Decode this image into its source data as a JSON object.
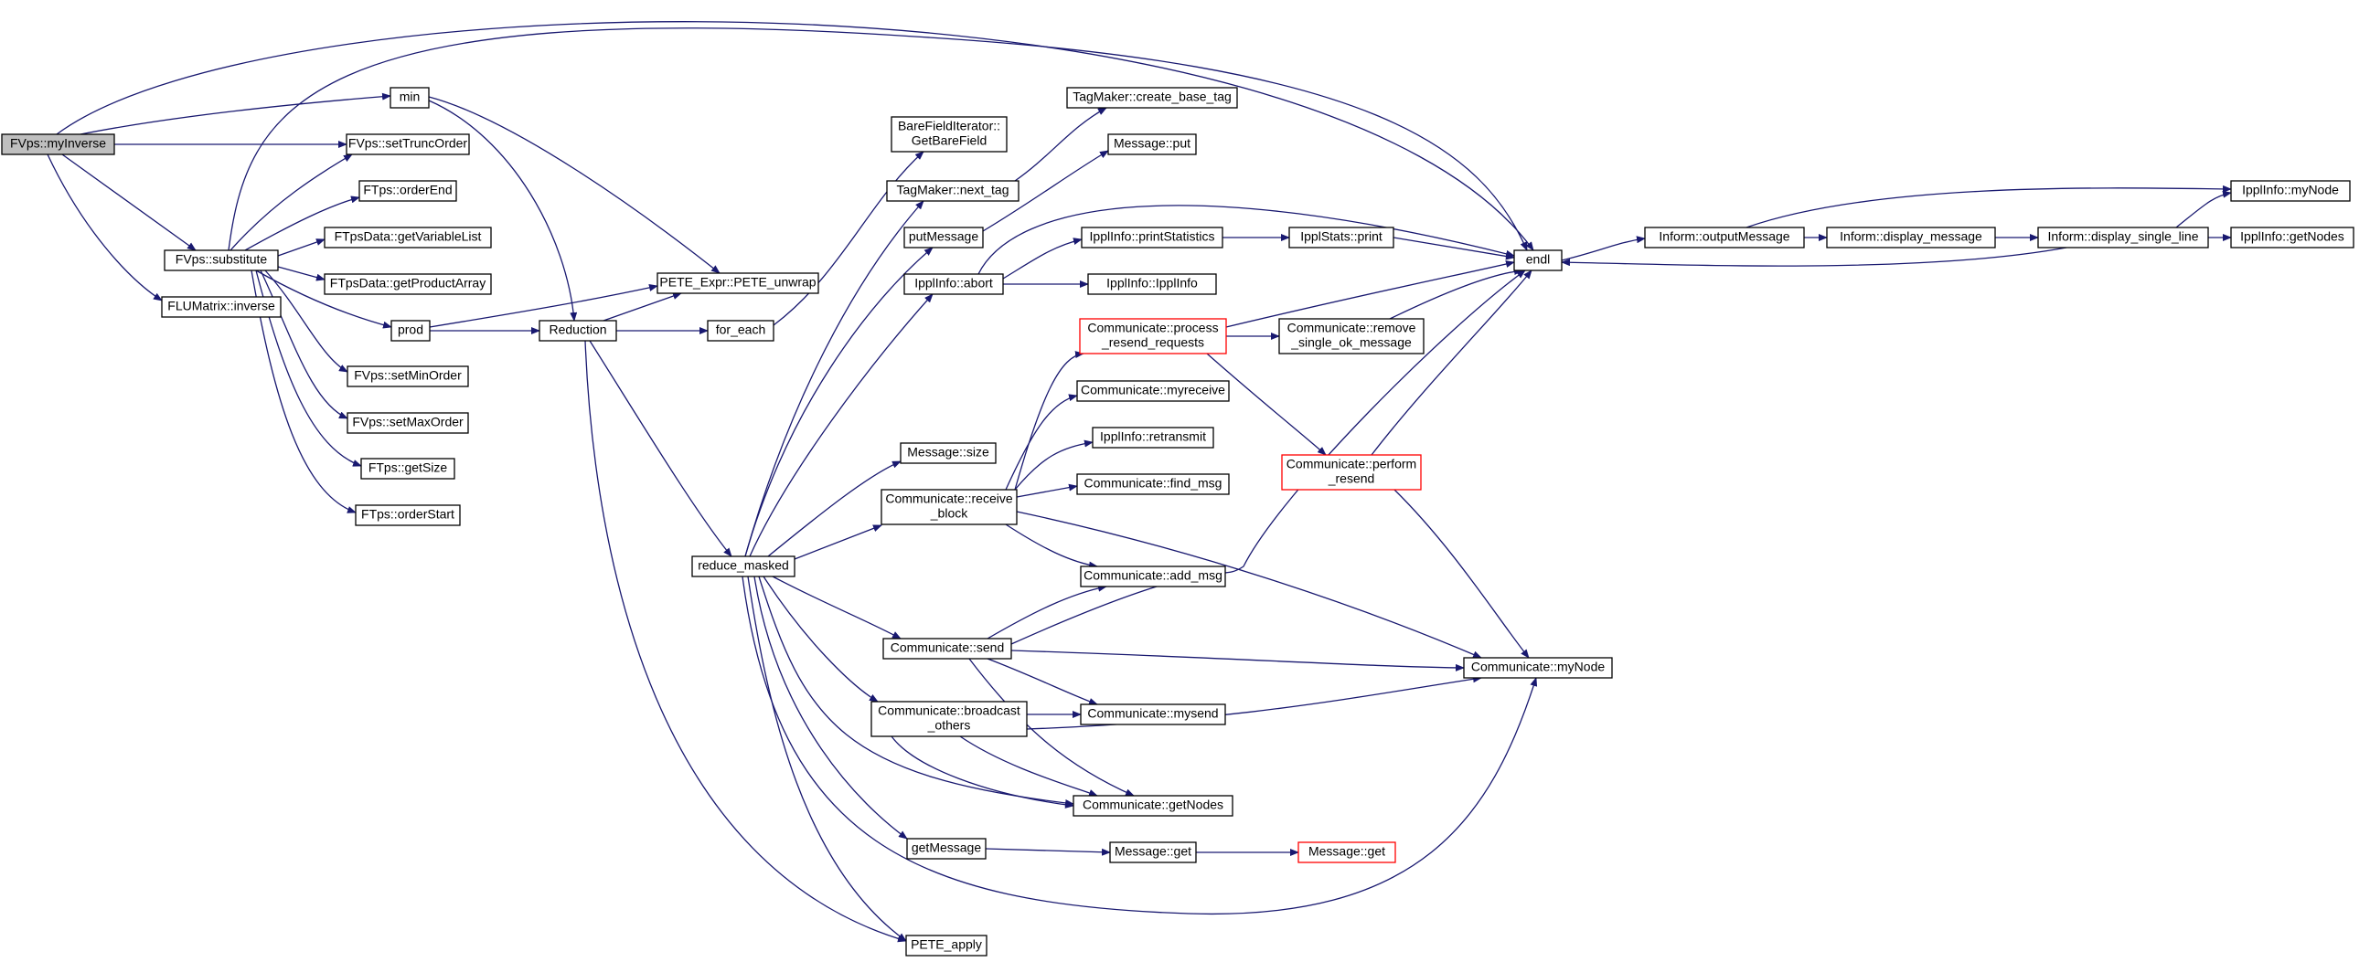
{
  "diagram": {
    "accent_colors": {
      "edge": "#191970",
      "root_fill": "#bfbfbf",
      "red_border": "#ff0000",
      "border": "#000000"
    },
    "nodes": [
      {
        "id": "myInverse",
        "lines": [
          "FVps::myInverse"
        ],
        "kind": "root"
      },
      {
        "id": "min",
        "lines": [
          "min"
        ],
        "kind": "normal"
      },
      {
        "id": "setTruncOrder",
        "lines": [
          "FVps::setTruncOrder"
        ],
        "kind": "normal"
      },
      {
        "id": "orderEnd",
        "lines": [
          "FTps::orderEnd"
        ],
        "kind": "normal"
      },
      {
        "id": "getVariableList",
        "lines": [
          "FTpsData::getVariableList"
        ],
        "kind": "normal"
      },
      {
        "id": "substitute",
        "lines": [
          "FVps::substitute"
        ],
        "kind": "normal"
      },
      {
        "id": "getProductArray",
        "lines": [
          "FTpsData::getProductArray"
        ],
        "kind": "normal"
      },
      {
        "id": "inverse",
        "lines": [
          "FLUMatrix::inverse"
        ],
        "kind": "normal"
      },
      {
        "id": "prod",
        "lines": [
          "prod"
        ],
        "kind": "normal"
      },
      {
        "id": "setMinOrder",
        "lines": [
          "FVps::setMinOrder"
        ],
        "kind": "normal"
      },
      {
        "id": "setMaxOrder",
        "lines": [
          "FVps::setMaxOrder"
        ],
        "kind": "normal"
      },
      {
        "id": "getSize",
        "lines": [
          "FTps::getSize"
        ],
        "kind": "normal"
      },
      {
        "id": "orderStart",
        "lines": [
          "FTps::orderStart"
        ],
        "kind": "normal"
      },
      {
        "id": "unwrap",
        "lines": [
          "PETE_Expr::PETE_unwrap"
        ],
        "kind": "normal"
      },
      {
        "id": "reduction",
        "lines": [
          "Reduction"
        ],
        "kind": "normal"
      },
      {
        "id": "foreach",
        "lines": [
          "for_each"
        ],
        "kind": "normal"
      },
      {
        "id": "reduceMasked",
        "lines": [
          "reduce_masked"
        ],
        "kind": "normal"
      },
      {
        "id": "getBareField",
        "lines": [
          "BareFieldIterator::",
          "GetBareField"
        ],
        "kind": "normal"
      },
      {
        "id": "nextTag",
        "lines": [
          "TagMaker::next_tag"
        ],
        "kind": "normal"
      },
      {
        "id": "putMessage",
        "lines": [
          "putMessage"
        ],
        "kind": "normal"
      },
      {
        "id": "abort",
        "lines": [
          "IpplInfo::abort"
        ],
        "kind": "normal"
      },
      {
        "id": "msgSize",
        "lines": [
          "Message::size"
        ],
        "kind": "normal"
      },
      {
        "id": "receiveBlock",
        "lines": [
          "Communicate::receive",
          "_block"
        ],
        "kind": "normal"
      },
      {
        "id": "send",
        "lines": [
          "Communicate::send"
        ],
        "kind": "normal"
      },
      {
        "id": "broadcast",
        "lines": [
          "Communicate::broadcast",
          "_others"
        ],
        "kind": "normal"
      },
      {
        "id": "getMessage",
        "lines": [
          "getMessage"
        ],
        "kind": "normal"
      },
      {
        "id": "peteApply",
        "lines": [
          "PETE_apply"
        ],
        "kind": "normal"
      },
      {
        "id": "createBaseTag",
        "lines": [
          "TagMaker::create_base_tag"
        ],
        "kind": "normal"
      },
      {
        "id": "msgPut",
        "lines": [
          "Message::put"
        ],
        "kind": "normal"
      },
      {
        "id": "printStatistics",
        "lines": [
          "IpplInfo::printStatistics"
        ],
        "kind": "normal"
      },
      {
        "id": "ipplInfoCtor",
        "lines": [
          "IpplInfo::IpplInfo"
        ],
        "kind": "normal"
      },
      {
        "id": "processResend",
        "lines": [
          "Communicate::process",
          "_resend_requests"
        ],
        "kind": "red"
      },
      {
        "id": "myreceive",
        "lines": [
          "Communicate::myreceive"
        ],
        "kind": "normal"
      },
      {
        "id": "retransmit",
        "lines": [
          "IpplInfo::retransmit"
        ],
        "kind": "normal"
      },
      {
        "id": "findMsg",
        "lines": [
          "Communicate::find_msg"
        ],
        "kind": "normal"
      },
      {
        "id": "addMsg",
        "lines": [
          "Communicate::add_msg"
        ],
        "kind": "normal"
      },
      {
        "id": "mysend",
        "lines": [
          "Communicate::mysend"
        ],
        "kind": "normal"
      },
      {
        "id": "commGetNodes",
        "lines": [
          "Communicate::getNodes"
        ],
        "kind": "normal"
      },
      {
        "id": "msgGet",
        "lines": [
          "Message::get"
        ],
        "kind": "normal"
      },
      {
        "id": "msgGetRed",
        "lines": [
          "Message::get"
        ],
        "kind": "red"
      },
      {
        "id": "statsPrint",
        "lines": [
          "IpplStats::print"
        ],
        "kind": "normal"
      },
      {
        "id": "removeSingle",
        "lines": [
          "Communicate::remove",
          "_single_ok_message"
        ],
        "kind": "normal"
      },
      {
        "id": "performResend",
        "lines": [
          "Communicate::perform",
          "_resend"
        ],
        "kind": "red"
      },
      {
        "id": "endl",
        "lines": [
          "endl"
        ],
        "kind": "normal"
      },
      {
        "id": "commMyNode",
        "lines": [
          "Communicate::myNode"
        ],
        "kind": "normal"
      },
      {
        "id": "outputMessage",
        "lines": [
          "Inform::outputMessage"
        ],
        "kind": "normal"
      },
      {
        "id": "displayMessage",
        "lines": [
          "Inform::display_message"
        ],
        "kind": "normal"
      },
      {
        "id": "displaySingleLine",
        "lines": [
          "Inform::display_single_line"
        ],
        "kind": "normal"
      },
      {
        "id": "ipplMyNode",
        "lines": [
          "IpplInfo::myNode"
        ],
        "kind": "normal"
      },
      {
        "id": "ipplGetNodes",
        "lines": [
          "IpplInfo::getNodes"
        ],
        "kind": "normal"
      }
    ]
  }
}
